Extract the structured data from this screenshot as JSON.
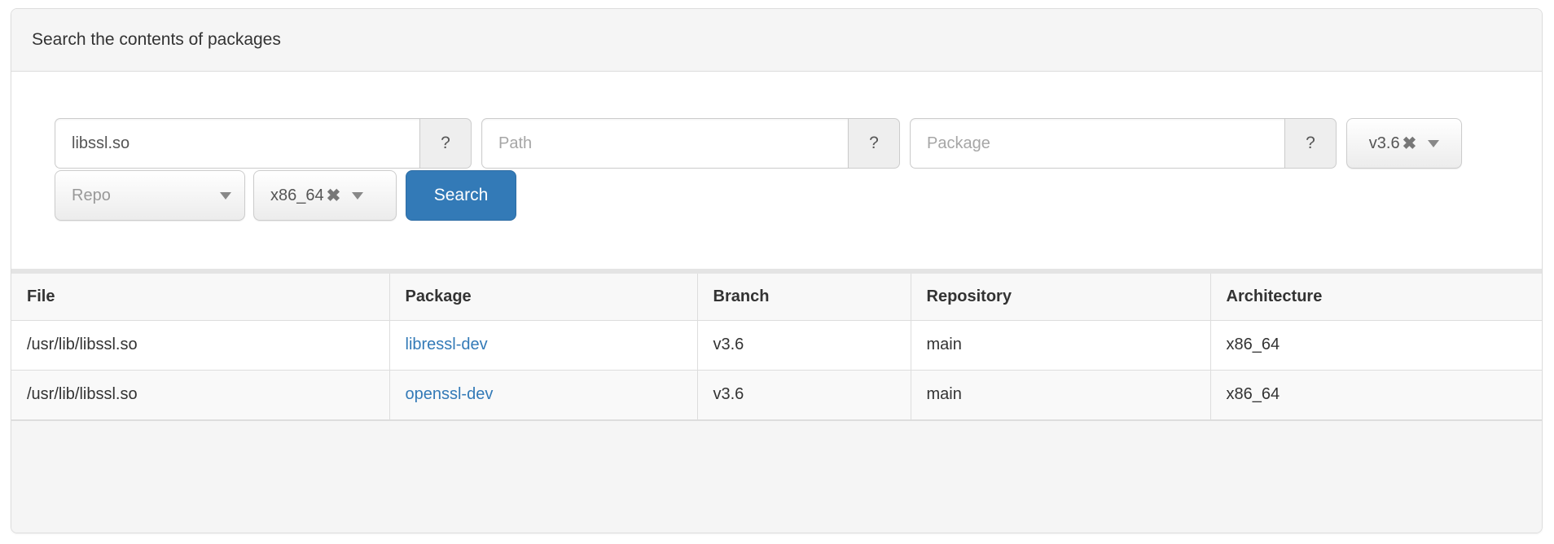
{
  "panel": {
    "heading": "Search the contents of packages"
  },
  "form": {
    "file_input": {
      "value": "libssl.so",
      "help_label": "?"
    },
    "path_input": {
      "placeholder": "Path",
      "help_label": "?"
    },
    "package_input": {
      "placeholder": "Package",
      "help_label": "?"
    },
    "branch_select": {
      "value": "v3.6",
      "clear_label": "✖"
    },
    "repo_select": {
      "placeholder": "Repo"
    },
    "arch_select": {
      "value": "x86_64",
      "clear_label": "✖"
    },
    "search_button_label": "Search"
  },
  "table": {
    "columns": [
      "File",
      "Package",
      "Branch",
      "Repository",
      "Architecture"
    ],
    "rows": [
      {
        "file": "/usr/lib/libssl.so",
        "package": "libressl-dev",
        "branch": "v3.6",
        "repository": "main",
        "architecture": "x86_64"
      },
      {
        "file": "/usr/lib/libssl.so",
        "package": "openssl-dev",
        "branch": "v3.6",
        "repository": "main",
        "architecture": "x86_64"
      }
    ]
  },
  "colors": {
    "accent": "#337ab7",
    "link": "#337ab7",
    "panel_heading_bg": "#f5f5f5",
    "border": "#dddddd",
    "addon_bg": "#eeeeee",
    "stripe_bg": "#f9f9f9"
  }
}
